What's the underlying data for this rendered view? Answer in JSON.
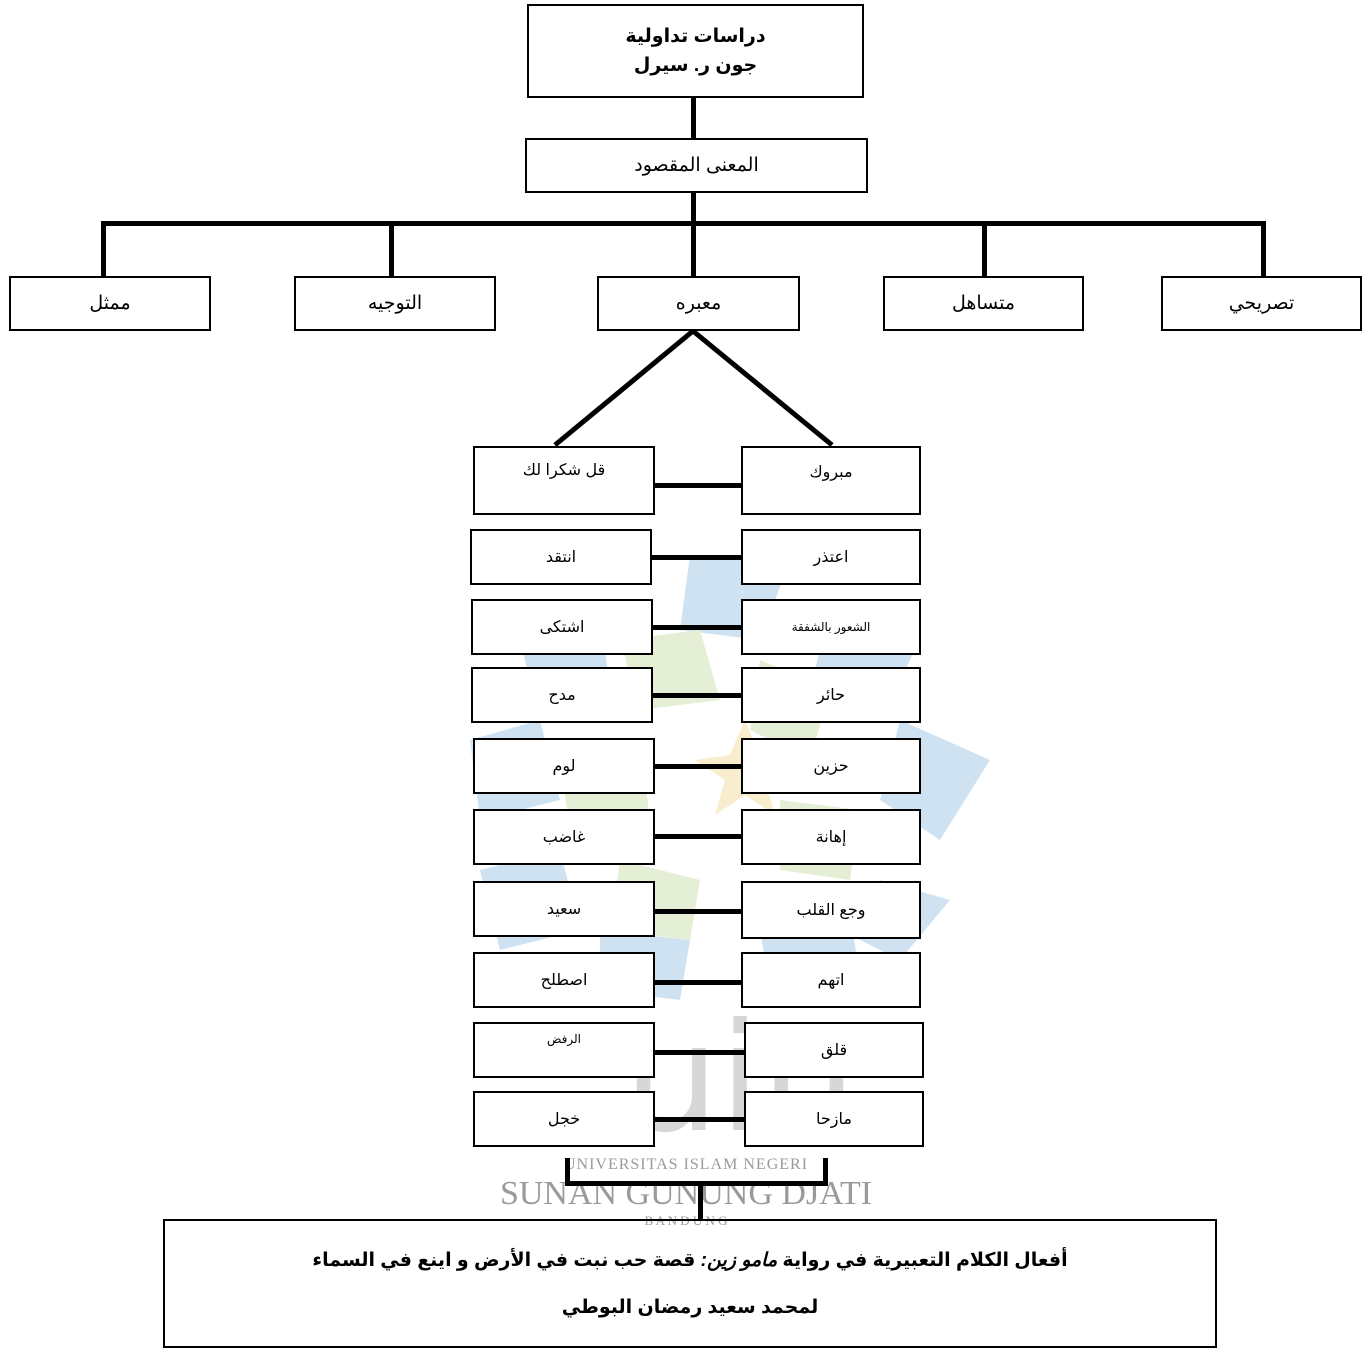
{
  "root": {
    "line1": "دراسات تداولية",
    "line2": "جون ر. سيرل"
  },
  "meaning": "المعنى المقصود",
  "categories": {
    "tasrihi": "تصريحي",
    "mutasahil": "متساهل",
    "muabbir": "معبره",
    "tawjih": "التوجيه",
    "mumaththil": "ممثل"
  },
  "pairs": [
    {
      "right": "مبروك",
      "left": "قل شكرا لك"
    },
    {
      "right": "اعتذر",
      "left": "انتقد"
    },
    {
      "right": "الشعور بالشفقة",
      "left": "اشتكى"
    },
    {
      "right": "حائر",
      "left": "مدح"
    },
    {
      "right": "حزين",
      "left": "لوم"
    },
    {
      "right": "إهانة",
      "left": "غاضب"
    },
    {
      "right": "وجع القلب",
      "left": "سعيد"
    },
    {
      "right": "اتهم",
      "left": "اصطلح"
    },
    {
      "right": "قلق",
      "left": "الرفض"
    },
    {
      "right": "مازحا",
      "left": "خجل"
    }
  ],
  "bottom": {
    "line1_before": "أفعال الكلام التعبيرية في رواية ",
    "line1_italic": "مامو زين:",
    "line1_after": " قصة حب نبت في الأرض و اينع في السماء",
    "line2": "لمحمد سعيد رمضان البوطي"
  },
  "watermark": {
    "line1": "UNIVERSITAS ISLAM NEGERI",
    "line2": "SUNAN GUNUNG DJATI",
    "line3": "B A N D U N G",
    "logo_text": "uin",
    "colors": {
      "blue": "#a9cbe7",
      "green": "#cfe3b4",
      "yellow": "#f3dfa6",
      "gray": "#9a9a9a"
    }
  }
}
